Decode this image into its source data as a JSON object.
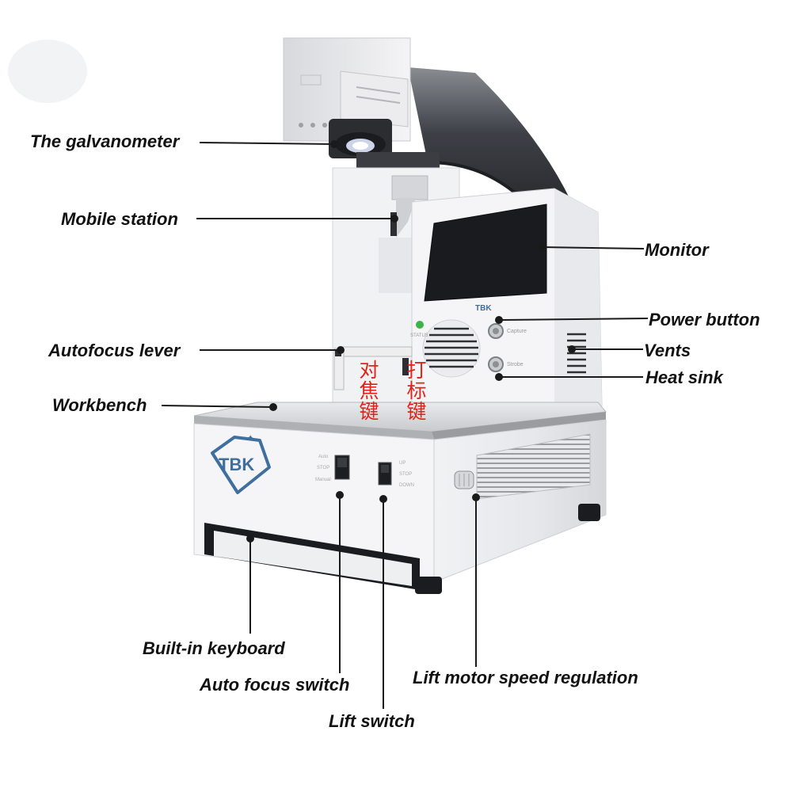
{
  "brand": {
    "logo_text": "TBK",
    "screen_logo_text": "TBK"
  },
  "panel_labels": {
    "left_switch": [
      "Auto",
      "STOP",
      "Manual"
    ],
    "right_switch": [
      "UP",
      "STOP",
      "DOWN"
    ],
    "capture_button": "Capture",
    "strobe_button": "Strobe",
    "indicator": "STATUS"
  },
  "callouts": {
    "galvanometer": "The galvanometer",
    "mobile_station": "Mobile station",
    "monitor": "Monitor",
    "power_button": "Power button",
    "autofocus_lever": "Autofocus lever",
    "vents": "Vents",
    "heat_sink": "Heat sink",
    "workbench": "Workbench",
    "built_in_keyboard": "Built-in keyboard",
    "auto_focus_switch": "Auto focus switch",
    "lift_switch": "Lift switch",
    "lift_motor_speed": "Lift motor speed regulation"
  },
  "annotations_cn": {
    "focus_key": [
      "对",
      "焦",
      "键"
    ],
    "mark_key": [
      "打",
      "标",
      "键"
    ]
  },
  "colors": {
    "annotation_red": "#e0231b",
    "logo_blue": "#3f6f9f",
    "callout_text": "#111111"
  }
}
